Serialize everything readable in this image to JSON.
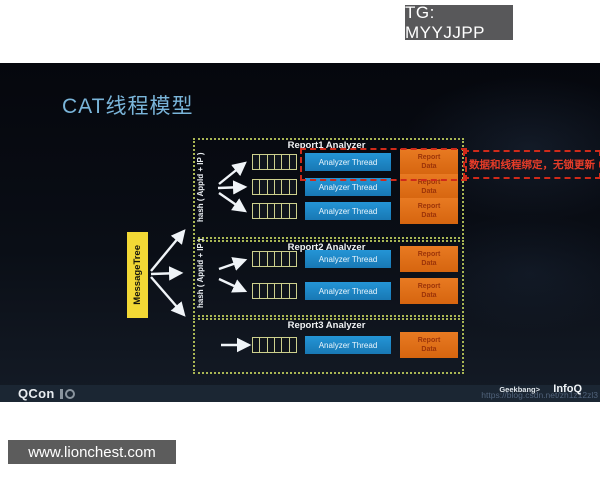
{
  "overlay": {
    "tg_badge": "TG: MYYJJPP",
    "site_bar": "www.lionchest.com"
  },
  "slide": {
    "title": "CAT线程模型",
    "message_tree_label": "MessageTree",
    "hash_label": "hash ( AppId + IP )",
    "annotation": "数据和线程绑定，无锁更新",
    "analyzer_thread_label": "Analyzer Thread",
    "report_data_label": "Report Data",
    "groups": [
      {
        "title": "Report1 Analyzer",
        "rows": 3
      },
      {
        "title": "Report2 Analyzer",
        "rows": 2
      },
      {
        "title": "Report3 Analyzer",
        "rows": 1
      }
    ],
    "footer": {
      "qcon": "QCon",
      "geekbang": "Geekbang>",
      "infoq": "InfoQ",
      "watermark_url": "https://blog.csdn.net/zh1z12zl3"
    }
  },
  "colors": {
    "slide_bg_top": "#05070d",
    "slide_bg_bottom": "#141b26",
    "title": "#7ab5da",
    "group_border": "#a9b654",
    "queue_cell": "#cdd08d",
    "analyzer_thread": "#1d87c8",
    "report_data": "#e0701c",
    "message_tree": "#f2d835",
    "red_accent": "#cf2a1a",
    "footer_bg": "#1b2633",
    "badge_bg": "#58585a"
  }
}
